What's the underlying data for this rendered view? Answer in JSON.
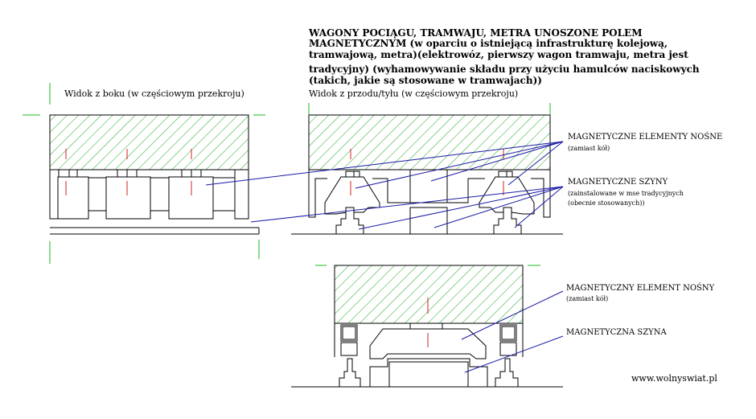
{
  "title_lines": [
    "WAGONY POCIĄGU, TRAMWAJU, METRA UNOSZONE POLEM",
    "MAGNETYCZNYM (w oparciu o istniejącą infrastrukturę kolejową,",
    "tramwajową, metra)(elektrowóz, pierwszy wagon tramwaju, metra jest",
    "tradycyjny) (wyhamowywanie składu przy użyciu hamulców naciskowych",
    "(takich, jakie są stosowane w tramwajach))"
  ],
  "side_view_caption": "Widok z boku (w częściowym przekroju)",
  "front_view_caption": "Widok z przodu/tyłu (w częściowym przekroju)",
  "labels": {
    "bearing_elements": "MAGNETYCZNE ELEMENTY NOŚNE",
    "bearing_elements_note": "(zamiast kół)",
    "rails": "MAGNETYCZNE SZYNY",
    "rails_note_1": "(zainstalowane w mse tradycyjnych",
    "rails_note_2": "(obecnie stosowanych))",
    "single_element": "MAGNETYCZNY ELEMENT NOŚNY",
    "single_element_note": "(zamiast kół)",
    "single_rail": "MAGNETYCZNA SZYNA"
  },
  "website": "www.wolnyswiat.pl",
  "colors": {
    "hatch": "#2fae2f",
    "centerline": "#1db81d",
    "leader": "#1a1aa6",
    "axis": "#d42020",
    "outline": "#000000"
  }
}
